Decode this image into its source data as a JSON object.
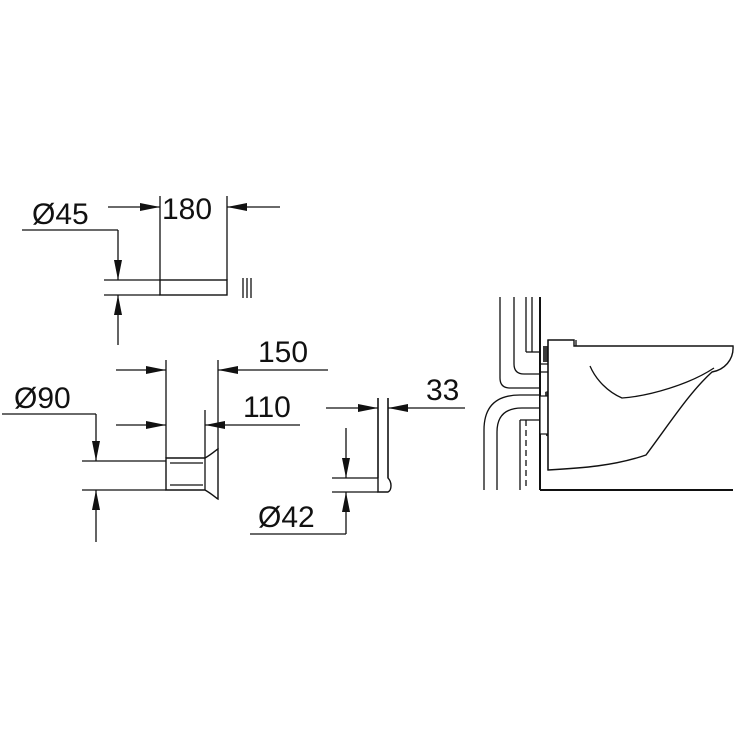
{
  "diagram": {
    "labels": {
      "pipe_45_diameter": "Ø45",
      "pipe_45_length": "180",
      "connector_length_outer": "150",
      "connector_90_diameter": "Ø90",
      "connector_length_inner": "110",
      "sleeve_offset": "33",
      "sleeve_42_diameter": "Ø42"
    },
    "colors": {
      "line": "#111111",
      "background": "#ffffff",
      "gasket": "#3a3a3a"
    }
  }
}
